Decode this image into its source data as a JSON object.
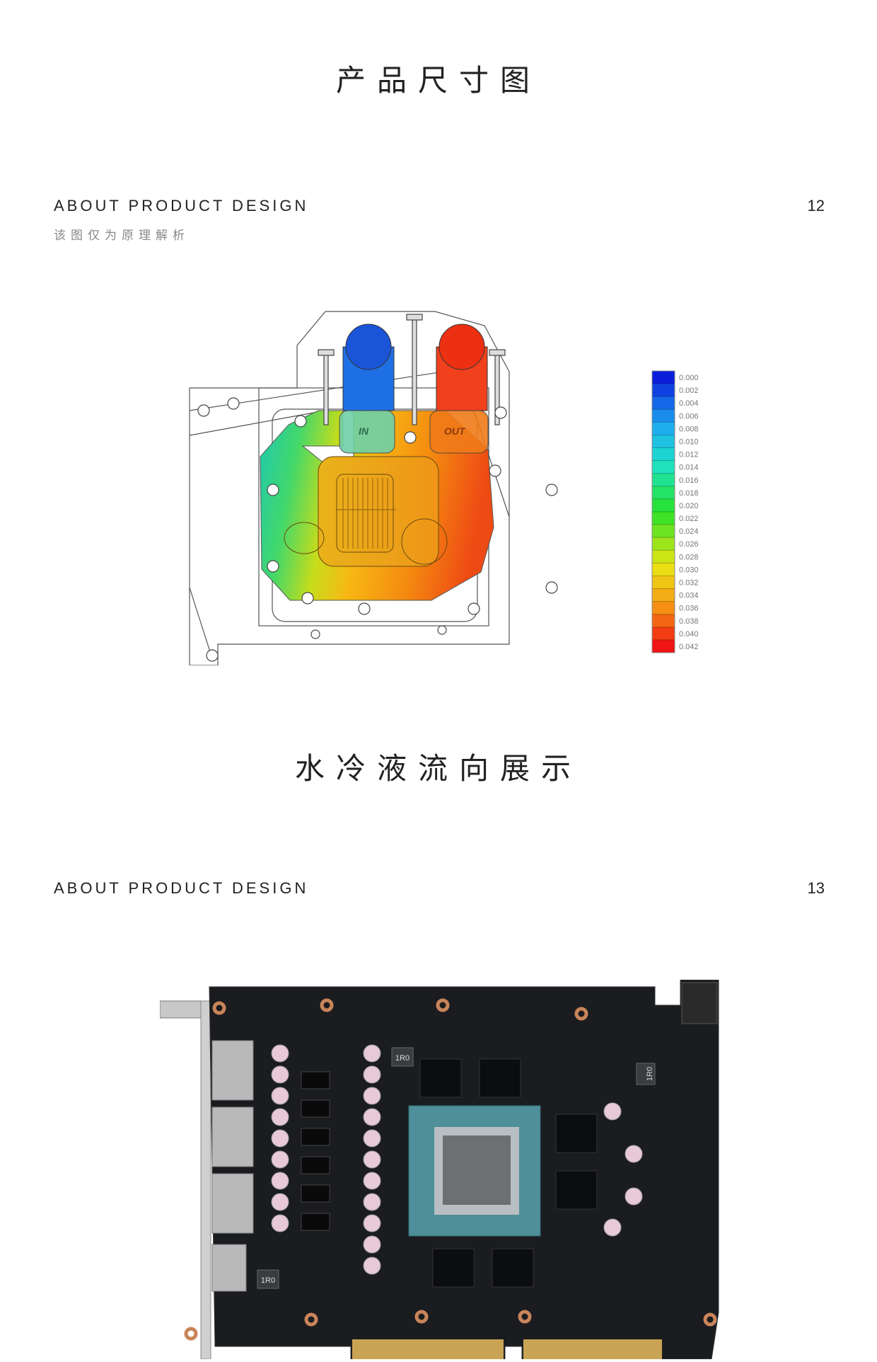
{
  "section1": {
    "title": "产品尺寸图",
    "heading": "ABOUT PRODUCT DESIGN",
    "subtitle": "该图仅为原理解析",
    "number": "12"
  },
  "diagram": {
    "inlet_label": "IN",
    "outlet_label": "OUT",
    "legend_values": [
      "0.000",
      "0.002",
      "0.004",
      "0.006",
      "0.008",
      "0.010",
      "0.012",
      "0.014",
      "0.016",
      "0.018",
      "0.020",
      "0.022",
      "0.024",
      "0.026",
      "0.028",
      "0.030",
      "0.032",
      "0.034",
      "0.036",
      "0.038",
      "0.040",
      "0.042"
    ]
  },
  "section2": {
    "title": "水冷液流向展示",
    "heading": "ABOUT PRODUCT DESIGN",
    "number": "13"
  },
  "pcb": {
    "inductor_labels": [
      "1R0",
      "1R0",
      "1R0"
    ]
  }
}
